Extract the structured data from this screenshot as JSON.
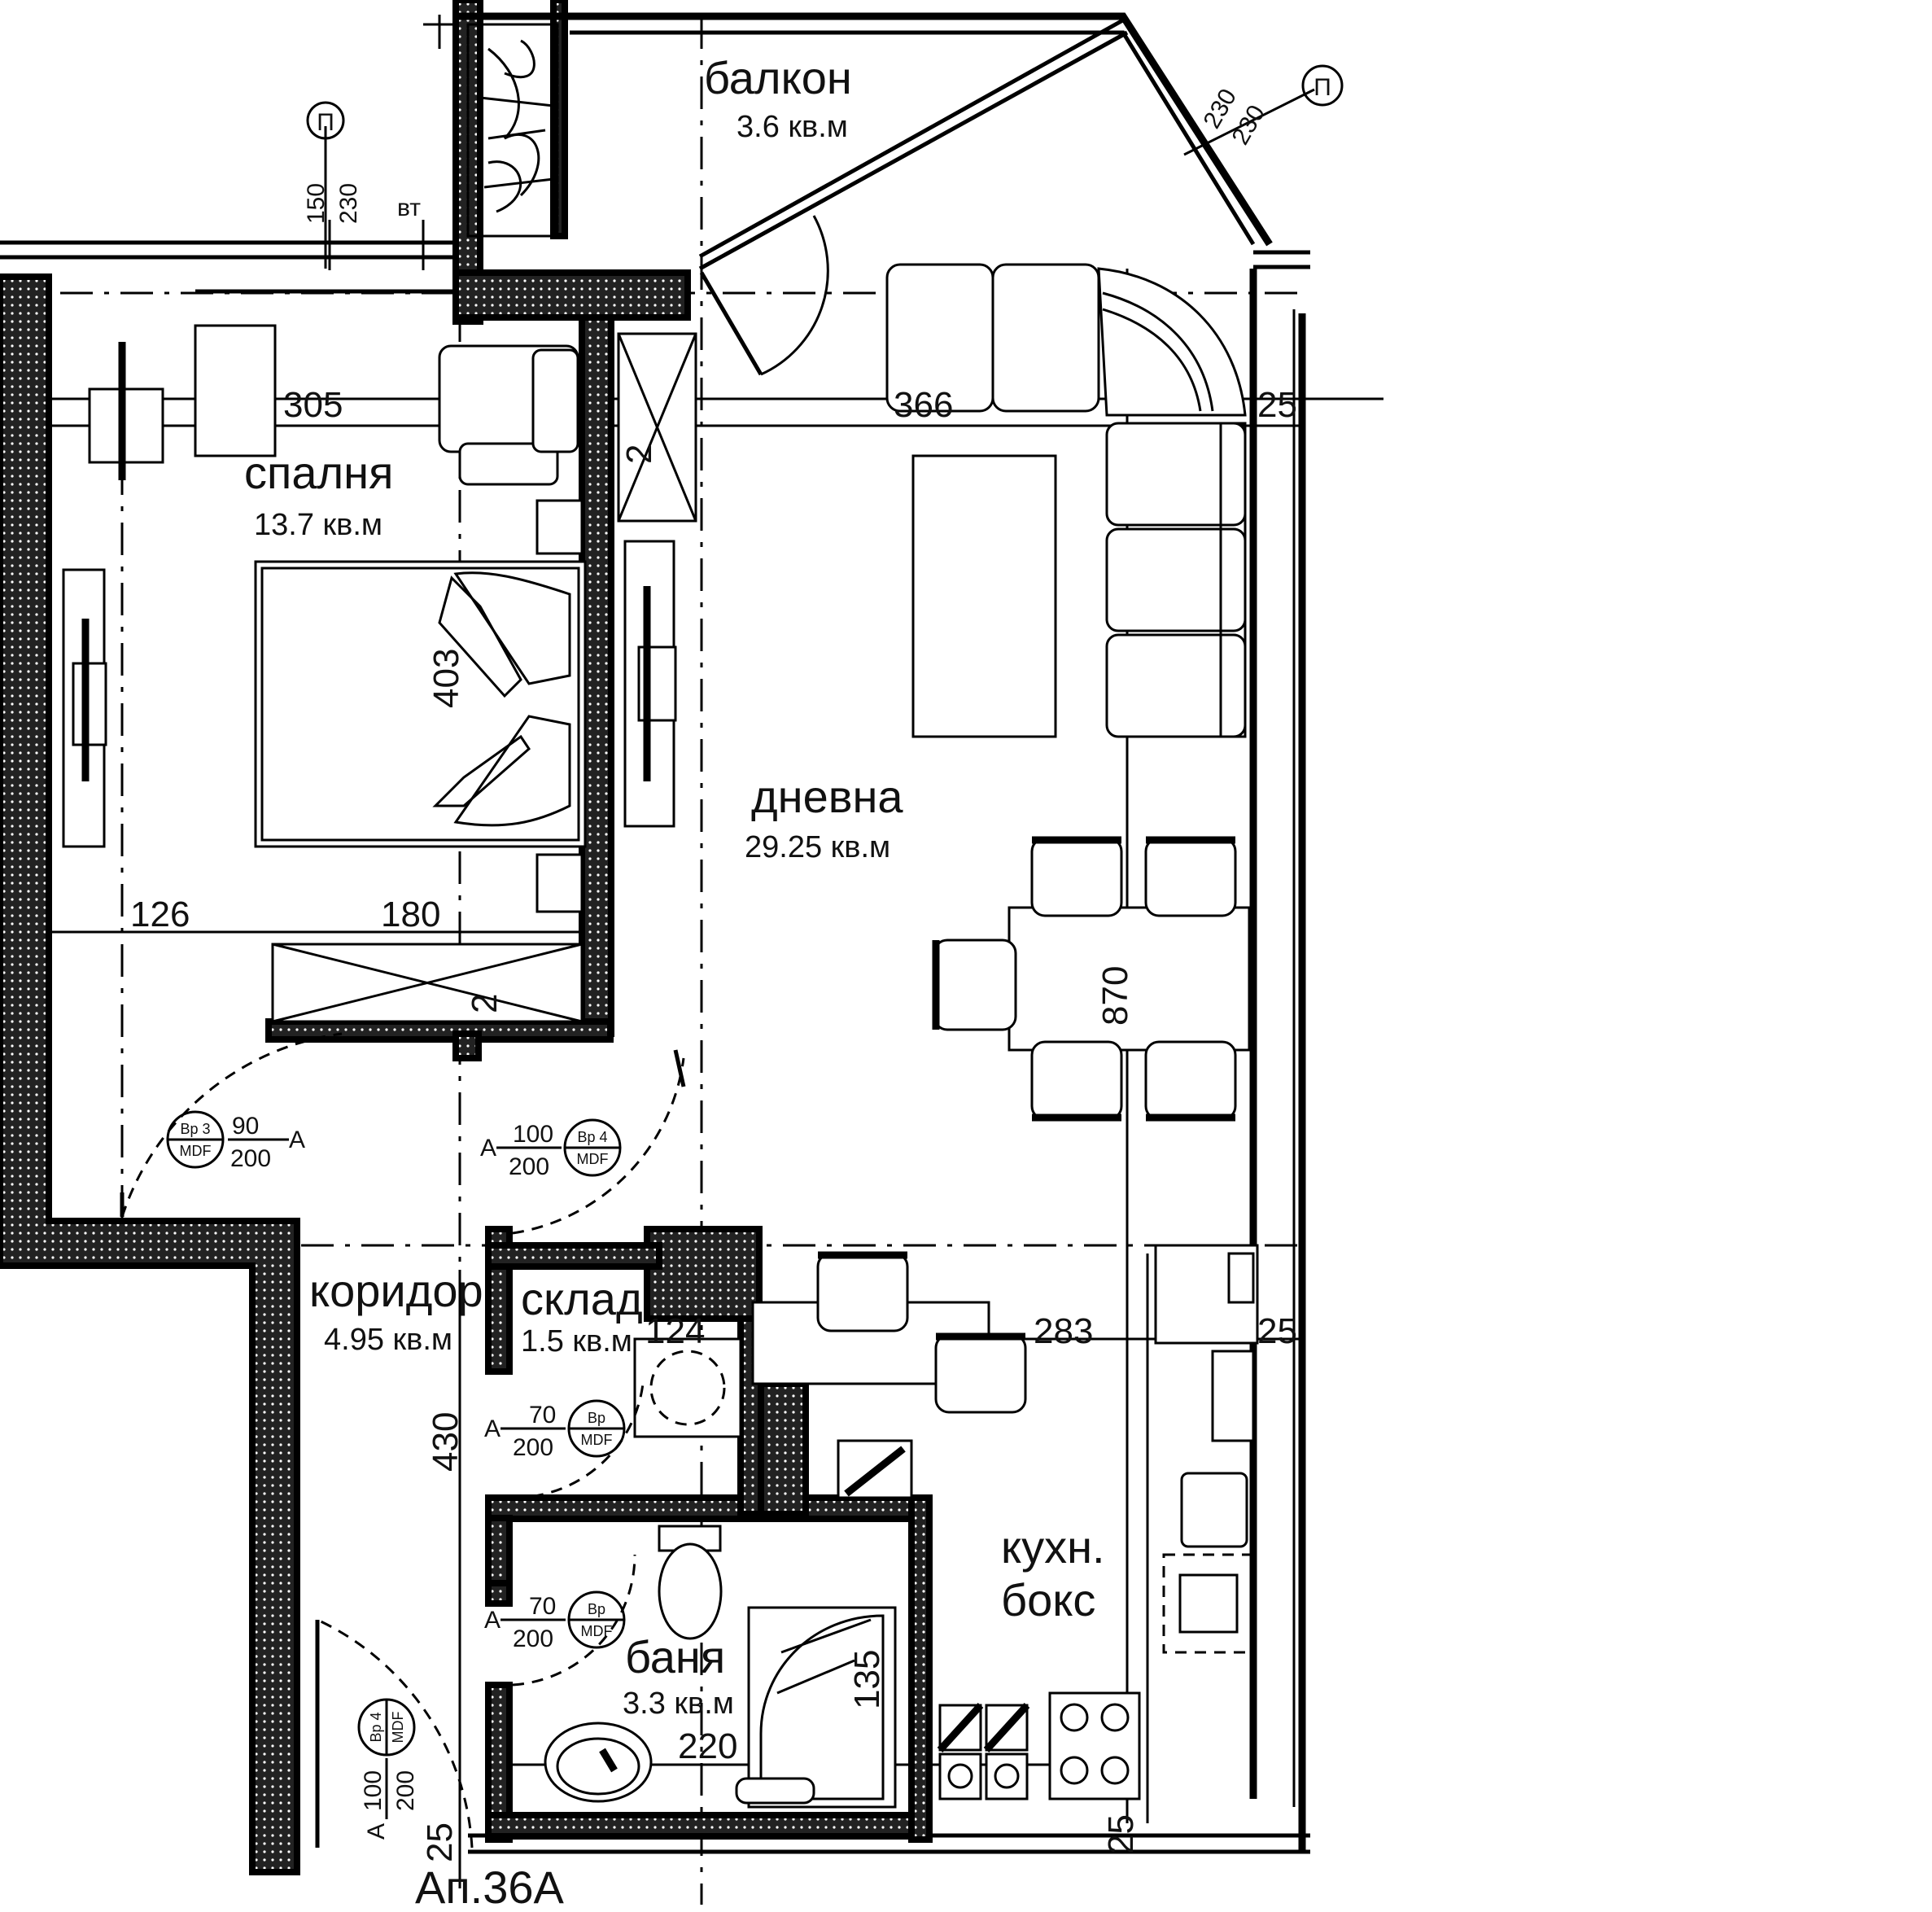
{
  "rooms": {
    "balcony": {
      "name": "балкон",
      "area": "3.6 кв.м"
    },
    "bedroom": {
      "name": "спалня",
      "area": "13.7 кв.м"
    },
    "living": {
      "name": "дневна",
      "area": "29.25 кв.м"
    },
    "corridor": {
      "name": "коридор",
      "area": "4.95 кв.м"
    },
    "storage": {
      "name": "склад",
      "area": "1.5 кв.м"
    },
    "bathroom": {
      "name": "баня",
      "area": "3.3 кв.м"
    },
    "kitchen": {
      "name_line1": "кухн.",
      "name_line2": "бокс"
    }
  },
  "dimensions": {
    "d305": "305",
    "d366": "366",
    "d25_top": "25",
    "d403": "403",
    "d126": "126",
    "d180": "180",
    "d870": "870",
    "d124": "124",
    "d283": "283",
    "d25_mid": "25",
    "d430": "430",
    "d135": "135",
    "d220": "220",
    "d25_bottom_left": "25",
    "d25_bottom_mid": "25",
    "d2_top": "2",
    "d2_wardrobe": "2"
  },
  "window_marks": {
    "left": {
      "upper": "150",
      "lower": "230",
      "note": "вт",
      "symbol": "П"
    },
    "right": {
      "upper": "230",
      "lower": "230",
      "symbol": "П"
    }
  },
  "doors": [
    {
      "width": "90",
      "height": "200",
      "code": "Вр 3",
      "material": "MDF",
      "mark": "А"
    },
    {
      "width": "100",
      "height": "200",
      "code": "Вр 4",
      "material": "MDF",
      "mark": "А"
    },
    {
      "width": "70",
      "height": "200",
      "code": "Вр",
      "material": "MDF",
      "mark": "А"
    },
    {
      "width": "70",
      "height": "200",
      "code": "Вр",
      "material": "MDF",
      "mark": "А"
    },
    {
      "width": "100",
      "height": "200",
      "code": "Вр 4",
      "material": "MDF",
      "mark": "А"
    }
  ],
  "apartment_label": "Ап.36А"
}
